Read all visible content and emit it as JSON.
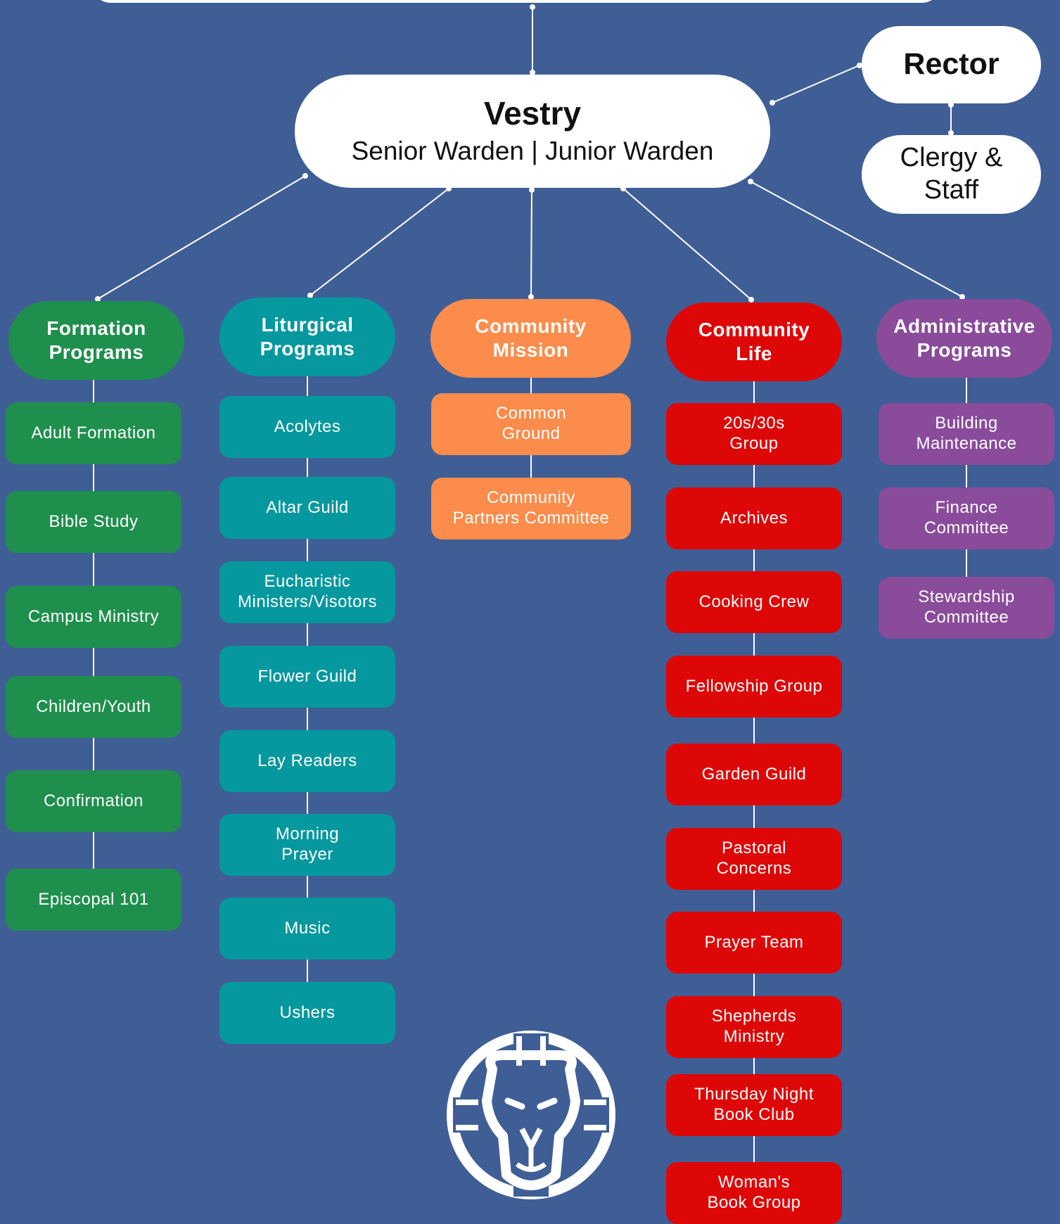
{
  "colors": {
    "background": "#3f5e96",
    "line": "#ffffff",
    "formation": "#1f8f4d",
    "liturgical": "#05989e",
    "mission": "#fb8c4b",
    "life": "#de0707",
    "admin": "#8a4b9b"
  },
  "leadership": {
    "vestry_title": "Vestry",
    "vestry_subtitle": "Senior Warden | Junior Warden",
    "rector": "Rector",
    "clergy_staff": "Clergy &\nStaff"
  },
  "columns": [
    {
      "key": "formation",
      "header": "Formation\nPrograms",
      "items": [
        "Adult Formation",
        "Bible Study",
        "Campus Ministry",
        "Children/Youth",
        "Confirmation",
        "Episcopal 101"
      ]
    },
    {
      "key": "liturgical",
      "header": "Liturgical\nPrograms",
      "items": [
        "Acolytes",
        "Altar Guild",
        "Eucharistic\nMinisters/Visotors",
        "Flower Guild",
        "Lay Readers",
        "Morning\nPrayer",
        "Music",
        "Ushers"
      ]
    },
    {
      "key": "mission",
      "header": "Community\nMission",
      "items": [
        "Common\nGround",
        "Community\nPartners Committee"
      ]
    },
    {
      "key": "life",
      "header": "Community\nLife",
      "items": [
        "20s/30s\nGroup",
        "Archives",
        "Cooking Crew",
        "Fellowship Group",
        "Garden Guild",
        "Pastoral\nConcerns",
        "Prayer Team",
        "Shepherds\nMinistry",
        "Thursday Night\nBook Club",
        "Woman's\nBook Group"
      ]
    },
    {
      "key": "admin",
      "header": "Administrative\nPrograms",
      "items": [
        "Building\nMaintenance",
        "Finance\nCommittee",
        "Stewardship\nCommittee"
      ]
    }
  ],
  "logo_icon": "lion-cross-emblem-icon"
}
